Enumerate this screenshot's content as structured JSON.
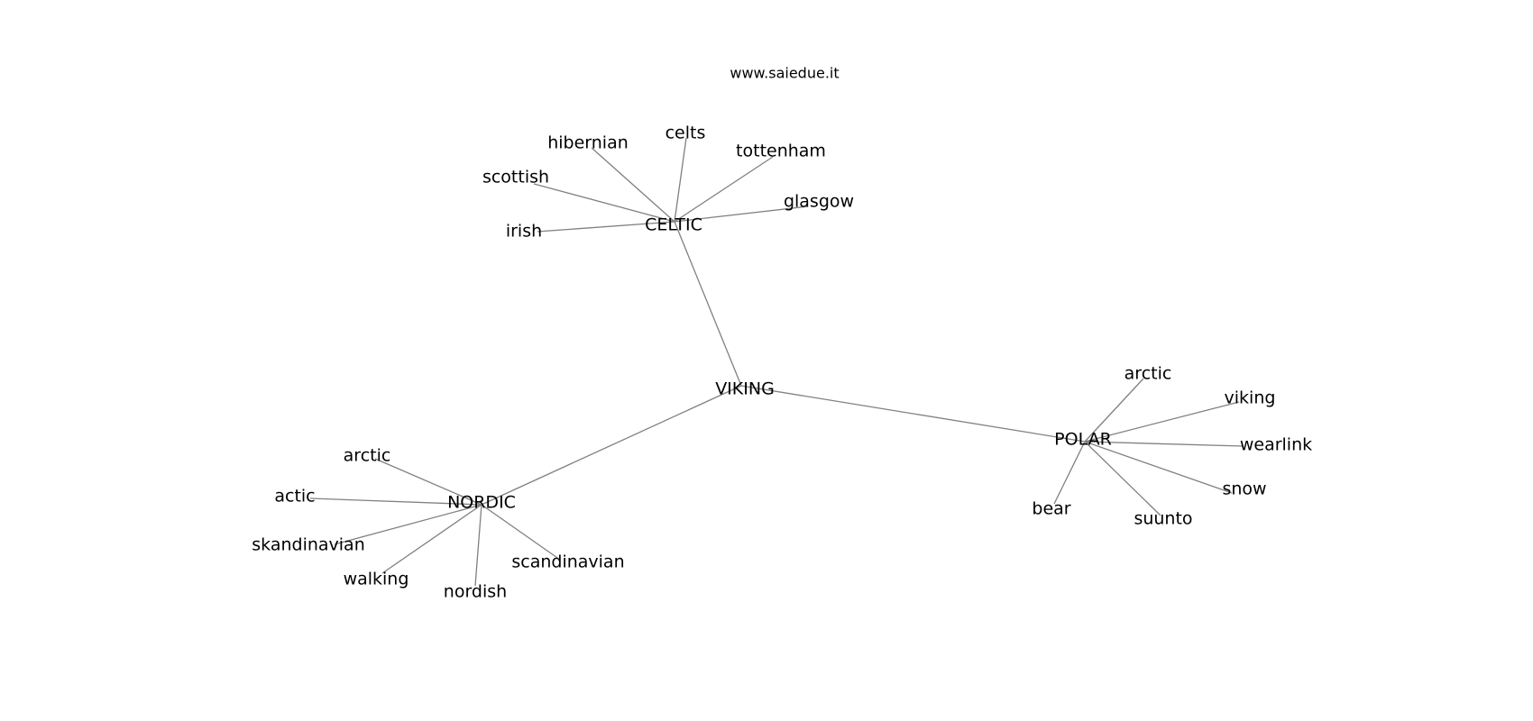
{
  "header": {
    "site": "www.saiedue.it"
  },
  "graph": {
    "center": "VIKING",
    "hubs": [
      {
        "label": "CELTIC",
        "leaves": [
          "scottish",
          "hibernian",
          "celts",
          "tottenham",
          "glasgow",
          "irish"
        ]
      },
      {
        "label": "NORDIC",
        "leaves": [
          "arctic",
          "actic",
          "skandinavian",
          "walking",
          "nordish",
          "scandinavian"
        ]
      },
      {
        "label": "POLAR",
        "leaves": [
          "arctic",
          "viking",
          "wearlink",
          "snow",
          "suunto",
          "bear"
        ]
      }
    ]
  }
}
